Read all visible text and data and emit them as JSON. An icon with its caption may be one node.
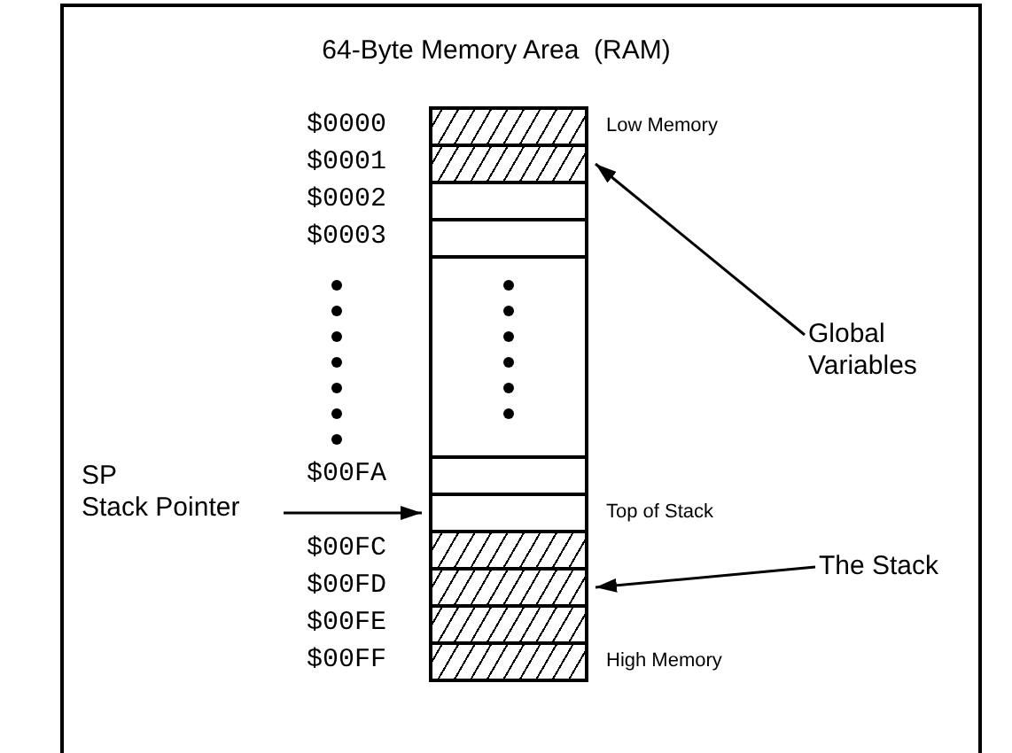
{
  "diagram": {
    "title": "64-Byte Memory Area  (RAM)",
    "nodes": [
      {
        "text": [],
        "shape": "box",
        "beside": [
          "$0000",
          "Low Memory"
        ]
      },
      {
        "text": [],
        "shape": "box",
        "beside": [
          "$0001"
        ]
      },
      {
        "text": [],
        "shape": "box",
        "beside": [
          "$0002"
        ]
      },
      {
        "text": [],
        "shape": "box",
        "beside": [
          "$0003"
        ]
      },
      {
        "text": [],
        "shape": "box"
      },
      {
        "text": [],
        "shape": "box",
        "beside": [
          "$00FA"
        ]
      },
      {
        "text": [],
        "shape": "box",
        "beside": [
          "Top of Stack"
        ]
      },
      {
        "text": [],
        "shape": "box",
        "beside": [
          "$00FC"
        ]
      },
      {
        "text": [],
        "shape": "box",
        "beside": [
          "$00FD"
        ]
      },
      {
        "text": [],
        "shape": "box",
        "beside": [
          "$00FE"
        ]
      },
      {
        "text": [],
        "shape": "box",
        "beside": [
          "$00FF",
          "High Memory"
        ]
      },
      {
        "text": [
          "Global Variables"
        ]
      },
      {
        "text": [
          "SP",
          "Stack Pointer"
        ]
      },
      {
        "text": [
          "The Stack"
        ]
      }
    ],
    "edges": [
      {
        "from": 11,
        "to": 1,
        "arrow": "to"
      },
      {
        "from": 12,
        "to": 6,
        "arrow": "to"
      },
      {
        "from": 13,
        "to": 8,
        "arrow": "to"
      }
    ]
  }
}
